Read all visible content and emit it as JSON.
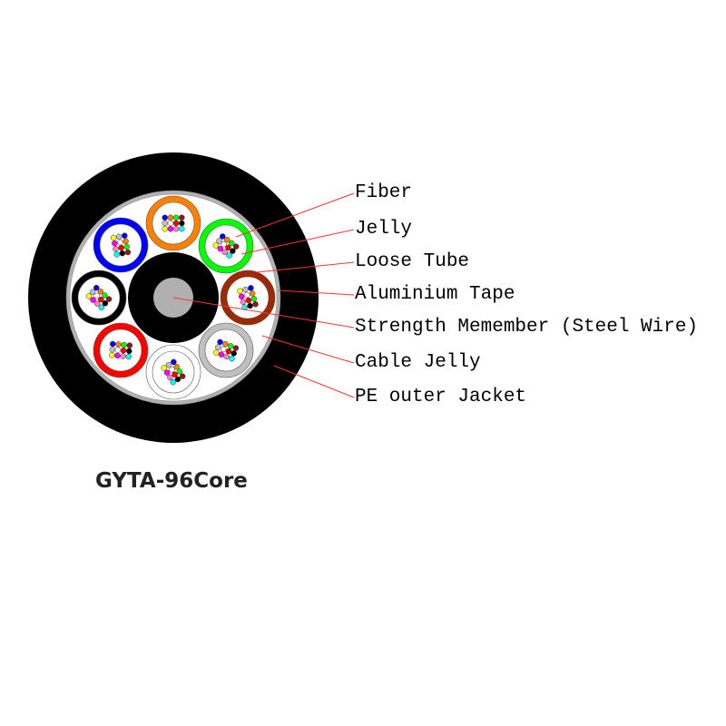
{
  "title": "GYTA-96Core",
  "labels": [
    "Fiber",
    "Jelly",
    "Loose Tube",
    "Aluminium Tape",
    "Strength Memember (Steel Wire)",
    "Cable Jelly",
    "PE outer Jacket"
  ],
  "colors": {
    "jacket": "#000000",
    "tape": "#b0b0b0",
    "core": "#b0b0b0",
    "leader": "#ff3030",
    "tubes": [
      "#ff8000",
      "#00ff00",
      "#a02800",
      "#c0c0c0",
      "#ffffff",
      "#ff0000",
      "#000000",
      "#0000ff"
    ],
    "fibers": [
      "#0000ff",
      "#ff8000",
      "#00ff00",
      "#8b1a1a",
      "#c0c0c0",
      "#ffffff",
      "#ff0000",
      "#000000",
      "#ffff00",
      "#ff00ff",
      "#ff80c0",
      "#00ffff"
    ]
  }
}
